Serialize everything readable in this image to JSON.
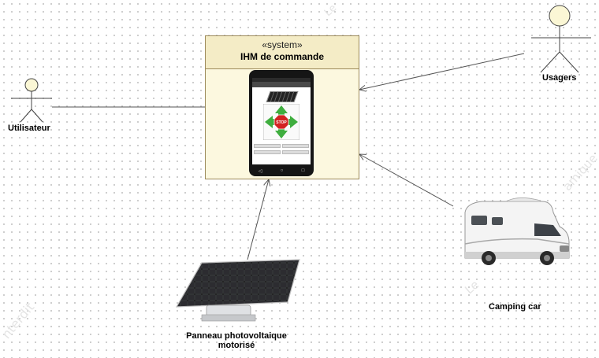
{
  "system": {
    "stereotype": "«system»",
    "name": "IHM de commande"
  },
  "actors": {
    "utilisateur": "Utilisateur",
    "usagers": "Usagers",
    "camping_car": "Camping car",
    "panneau_line1": "Panneau photovoltaique",
    "panneau_line2": "motorisé"
  },
  "phone_screen": {
    "stop_label": "STOP"
  },
  "watermark": {
    "w1": "nterdit",
    "w2": "amique",
    "w3": "Le",
    "w4": "Le"
  },
  "colors": {
    "system_fill": "#fcf8df",
    "system_header": "#f4ecc6",
    "actor_head": "#fbf7d5",
    "arrow_green": "#3fae3f",
    "stop_red": "#d32222"
  }
}
